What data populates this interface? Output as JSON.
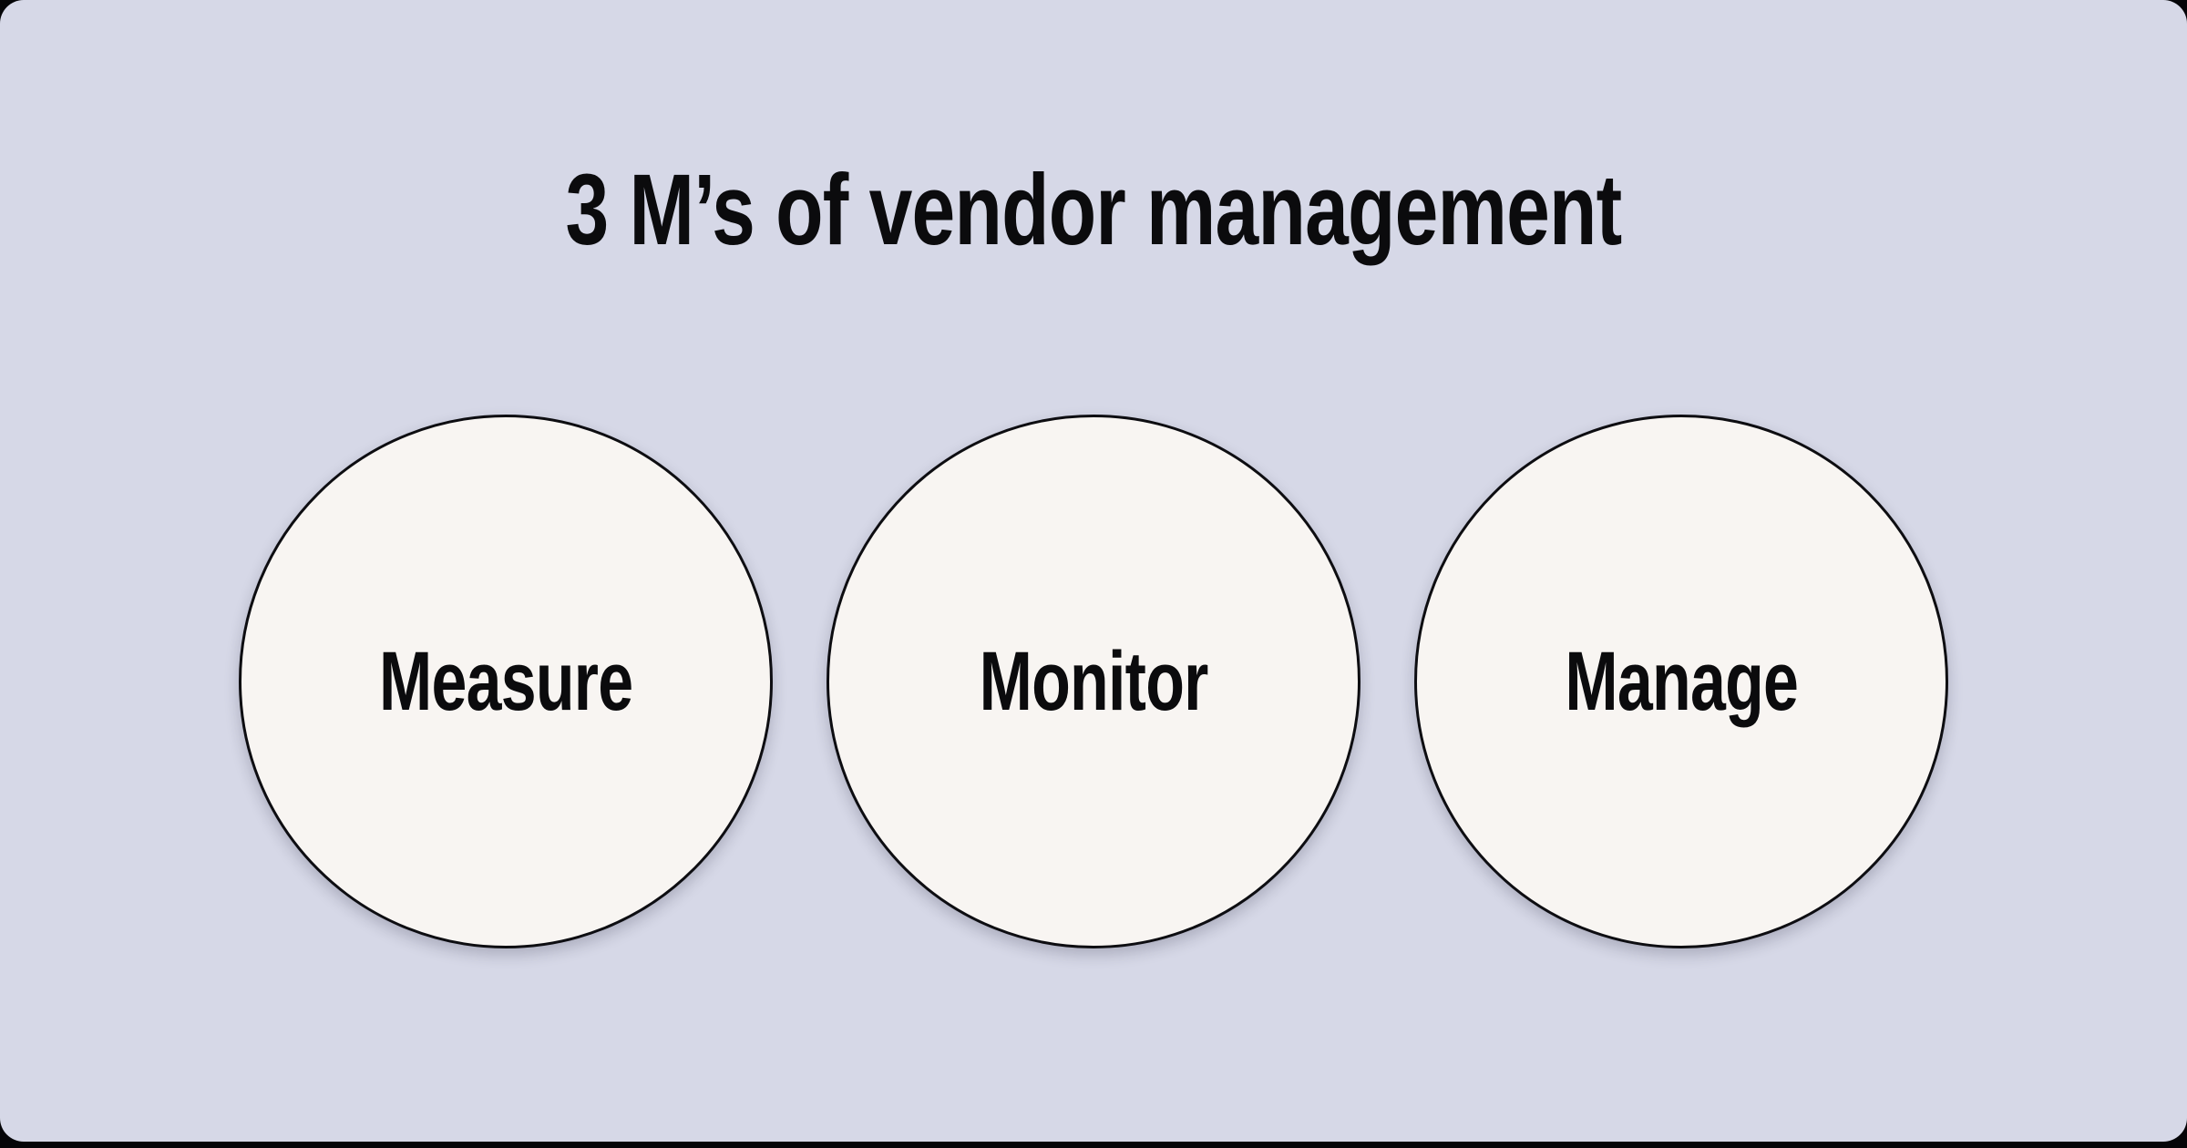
{
  "title": "3 M’s of vendor management",
  "circles": [
    {
      "label": "Measure"
    },
    {
      "label": "Monitor"
    },
    {
      "label": "Manage"
    }
  ],
  "colors": {
    "outer_background": "#050508",
    "card_background": "#d6d8e7",
    "circle_fill": "#f8f5f2",
    "circle_stroke": "#0d0d11",
    "text": "#0b0b0d"
  }
}
